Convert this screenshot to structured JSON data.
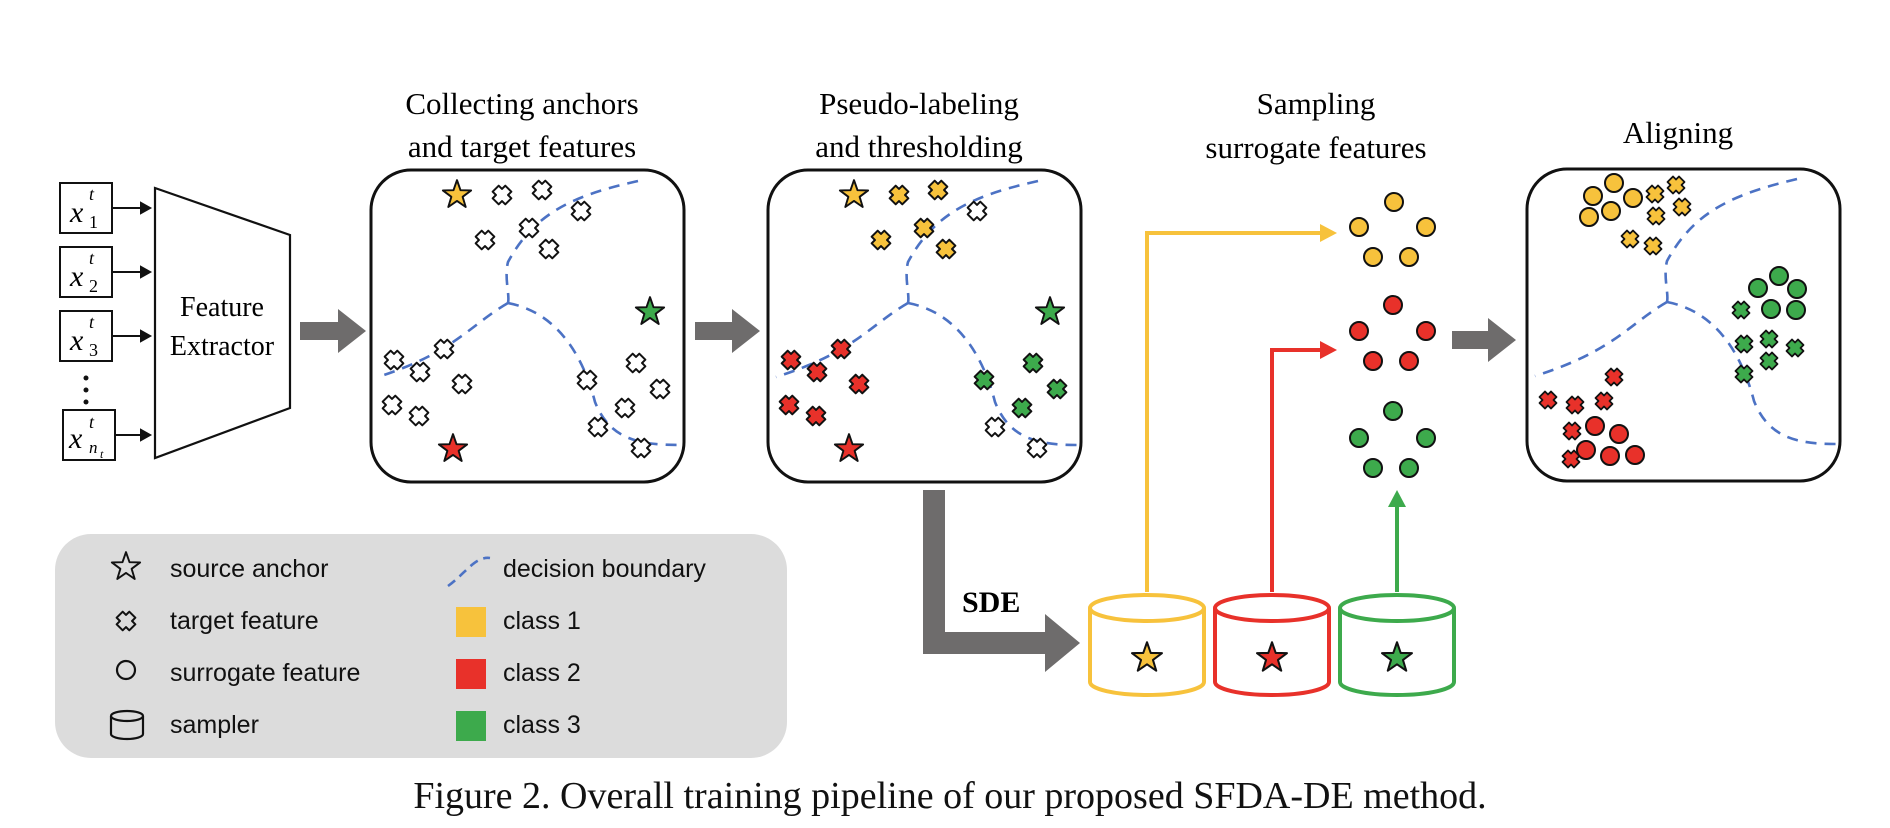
{
  "colors": {
    "class1": "#F7C23C",
    "class2": "#E8312A",
    "class3": "#3DAA4C",
    "boundary": "#4C72C4",
    "arrow": "#6E6C6C",
    "legend_bg": "#DCDCDC"
  },
  "inputs": [
    "x_1^t",
    "x_2^t",
    "x_3^t",
    "x_{n_t}^t"
  ],
  "extractor": {
    "line1": "Feature",
    "line2": "Extractor"
  },
  "stages": [
    {
      "line1": "Collecting anchors",
      "line2": "and target features"
    },
    {
      "line1": "Pseudo-labeling",
      "line2": "and thresholding"
    },
    {
      "line1": "Sampling",
      "line2": "surrogate features"
    },
    {
      "line1": "Aligning",
      "line2": ""
    }
  ],
  "sde_label": "SDE",
  "legend": {
    "left": [
      {
        "icon": "star-outline-icon",
        "label": "source anchor"
      },
      {
        "icon": "cross-outline-icon",
        "label": "target feature"
      },
      {
        "icon": "circle-outline-icon",
        "label": "surrogate feature"
      },
      {
        "icon": "cylinder-icon",
        "label": "sampler"
      }
    ],
    "right": [
      {
        "icon": "dashed-curve-icon",
        "label": "decision boundary"
      },
      {
        "icon": "square-yellow-icon",
        "label": "class 1"
      },
      {
        "icon": "square-red-icon",
        "label": "class 2"
      },
      {
        "icon": "square-green-icon",
        "label": "class 3"
      }
    ]
  },
  "caption": "Figure 2. Overall training pipeline of our proposed SFDA-DE method."
}
